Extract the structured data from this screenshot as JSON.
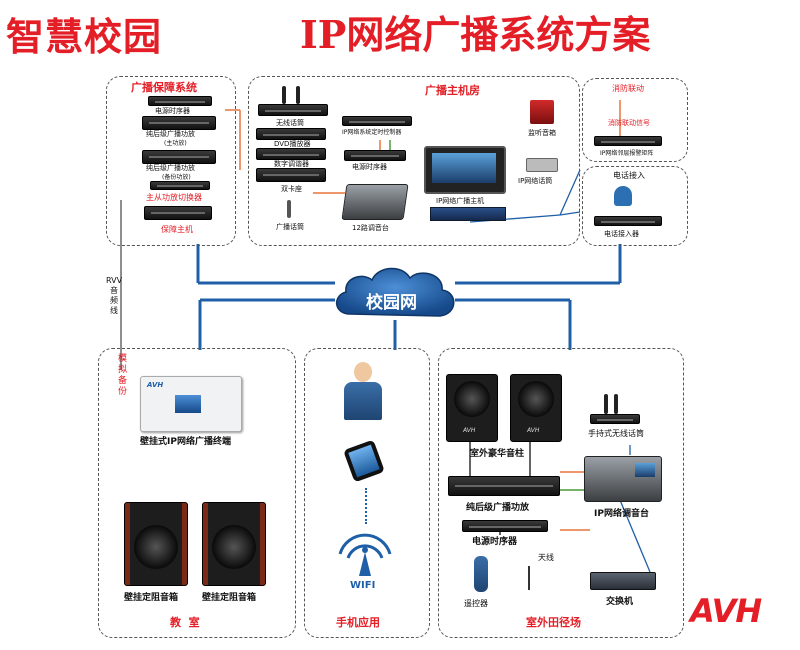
{
  "header": {
    "title_left": "智慧校园",
    "title_right": "IP网络广播系统方案"
  },
  "zones": {
    "backup_system": {
      "title": "广播保障系统",
      "items": {
        "power_sequencer": "电源时序器",
        "amp_main": "纯后级广播功放",
        "amp_main_sub": "(主功放)",
        "amp_backup": "纯后级广播功放",
        "amp_backup_sub": "(备份功放)",
        "switcher": "主从功放切换器",
        "backup_host": "保障主机"
      }
    },
    "host_room": {
      "title": "广播主机房",
      "items": {
        "wireless_mic": "无线话筒",
        "dvd_player": "DVD播放器",
        "digital_tuner": "数字调谐器",
        "dual_cassette": "双卡座",
        "broadcast_mic": "广播话筒",
        "timer_controller": "IP网络系统定时控制器",
        "power_sequencer": "电源时序器",
        "mixer_12": "12路调音台",
        "ip_host": "IP网络广播主机",
        "ip_paging_mic": "IP网络话筒",
        "monitor_speaker": "监听音箱"
      }
    },
    "fire_link": {
      "title": "消防联动",
      "signal": "消防联动信号",
      "device": "IP网络邻层报警矩阵"
    },
    "phone_access": {
      "title": "电话接入",
      "device": "电话接入器"
    },
    "network": {
      "cloud_label": "校园网",
      "rvv_label": [
        "RVV",
        "音",
        "频",
        "线"
      ]
    },
    "classroom": {
      "title": "教  室",
      "backup_label": [
        "模",
        "拟",
        "备",
        "份"
      ],
      "terminal": "壁挂式IP网络广播终端",
      "speakers": "壁挂定阻音箱",
      "brand": "AVH"
    },
    "mobile": {
      "title": "手机应用",
      "wifi": "WIFI"
    },
    "stadium": {
      "title": "室外田径场",
      "outdoor_speaker": "室外豪华音柱",
      "amplifier": "纯后级广播功放",
      "power_sequencer": "电源时序器",
      "remote": "遥控器",
      "antenna": "天线",
      "wireless_mic": "手持式无线话筒",
      "ip_mixer": "IP网络调音台",
      "switch": "交换机",
      "brand": "AVH"
    }
  },
  "footer": {
    "logo": "AVH"
  },
  "colors": {
    "title_red": "#e41e26",
    "network_blue": "#1f5fa8",
    "link_orange": "#e8743b",
    "link_green": "#4a9a3a",
    "zone_border": "#555555"
  }
}
